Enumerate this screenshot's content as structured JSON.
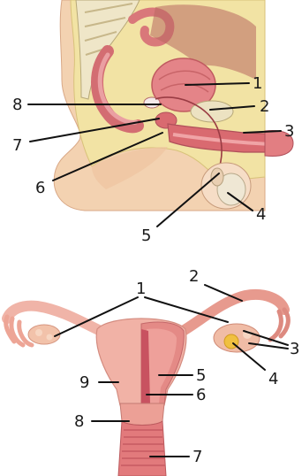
{
  "figures": [
    {
      "id": "male-sagittal",
      "labels": [
        "1",
        "2",
        "3",
        "4",
        "5",
        "6",
        "7",
        "8"
      ]
    },
    {
      "id": "female-frontal",
      "labels": [
        "1",
        "2",
        "3",
        "4",
        "5",
        "6",
        "7",
        "8",
        "9"
      ]
    }
  ],
  "colors": {
    "skin": "#f3d2b1",
    "tissue_pink": "#e9a0a0",
    "organ_red": "#d96a70",
    "fat_yellow": "#f2e3a4",
    "bone_cream": "#efe6c8",
    "gland_yellow": "#f0c040",
    "leader_line": "#111111"
  }
}
